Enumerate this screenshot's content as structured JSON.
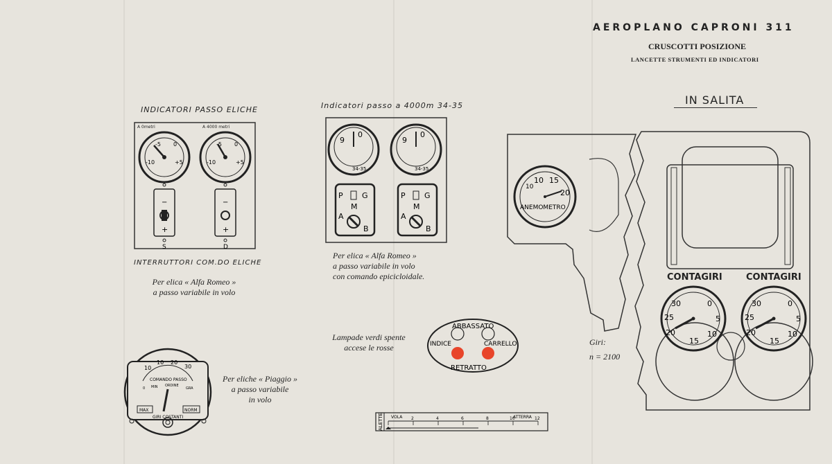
{
  "header": {
    "title": "AEROPLANO CAPRONI 311",
    "subtitle": "CRUSCOTTI POSIZIONE",
    "subtitle2": "LANCETTE STRUMENTI ED INDICATORI"
  },
  "in_salita": "IN SALITA",
  "panel1": {
    "title": "INDICATORI PASSO ELICHE",
    "label_left": "A 0metri",
    "label_right": "A 4000 metri",
    "gauge_ticks": [
      "-10",
      "-5",
      "0",
      "+5"
    ],
    "switches_left": "S",
    "switches_right": "D",
    "plus": "+",
    "minus": "−",
    "footer": "INTERRUTTORI COM.DO ELICHE",
    "caption_line1": "Per elica « Alfa Romeo »",
    "caption_line2": "a passo variabile in volo"
  },
  "panel2": {
    "title": "Indicatori passo a 4000m 34-35",
    "gauge_nums": [
      "9",
      "0"
    ],
    "gauge_tag": "34-35",
    "switch_letters": [
      "P",
      "G",
      "M",
      "A",
      "B"
    ],
    "caption_line1": "Per elica « Alfa Romeo »",
    "caption_line2": "a passo variabile in volo",
    "caption_line3": "con comando epicicloidale."
  },
  "panel3": {
    "ticks": [
      "10",
      "10",
      "20",
      "30"
    ],
    "label": "COMANDO PASSO",
    "scale": [
      "0",
      "MIN",
      "ORDINE",
      "GRA"
    ],
    "max": "MAX",
    "norm": "NORM",
    "bottom": "GIRI COSTANTI",
    "caption_line1": "Per eliche « Piaggio »",
    "caption_line2": "a passo variabile",
    "caption_line3": "in volo"
  },
  "lamps": {
    "note_line1": "Lampade verdi spente",
    "note_line2": "accese le rosse",
    "top": "ABBASSATO",
    "left": "INDICE",
    "right": "CARRELLO",
    "bottom": "RETRATTO",
    "color_on": "#e8452a",
    "color_off": "#e7e4dd"
  },
  "trim": {
    "side_label": "ALETTE",
    "left": "VOLA",
    "right": "ATTERRA",
    "ticks": [
      "2",
      "4",
      "6",
      "8",
      "10",
      "12"
    ]
  },
  "dashboard": {
    "anemometro": "ANEMOMETRO",
    "anemo_ticks": [
      "10",
      "15",
      "20",
      "10"
    ],
    "contagiri_left": "CONTAGIRI",
    "contagiri_right": "CONTAGIRI",
    "tach_ticks": [
      "30",
      "0",
      "25",
      "5",
      "20",
      "10",
      "15"
    ],
    "giri_label": "Giri:",
    "giri_value": "n = 2100"
  }
}
